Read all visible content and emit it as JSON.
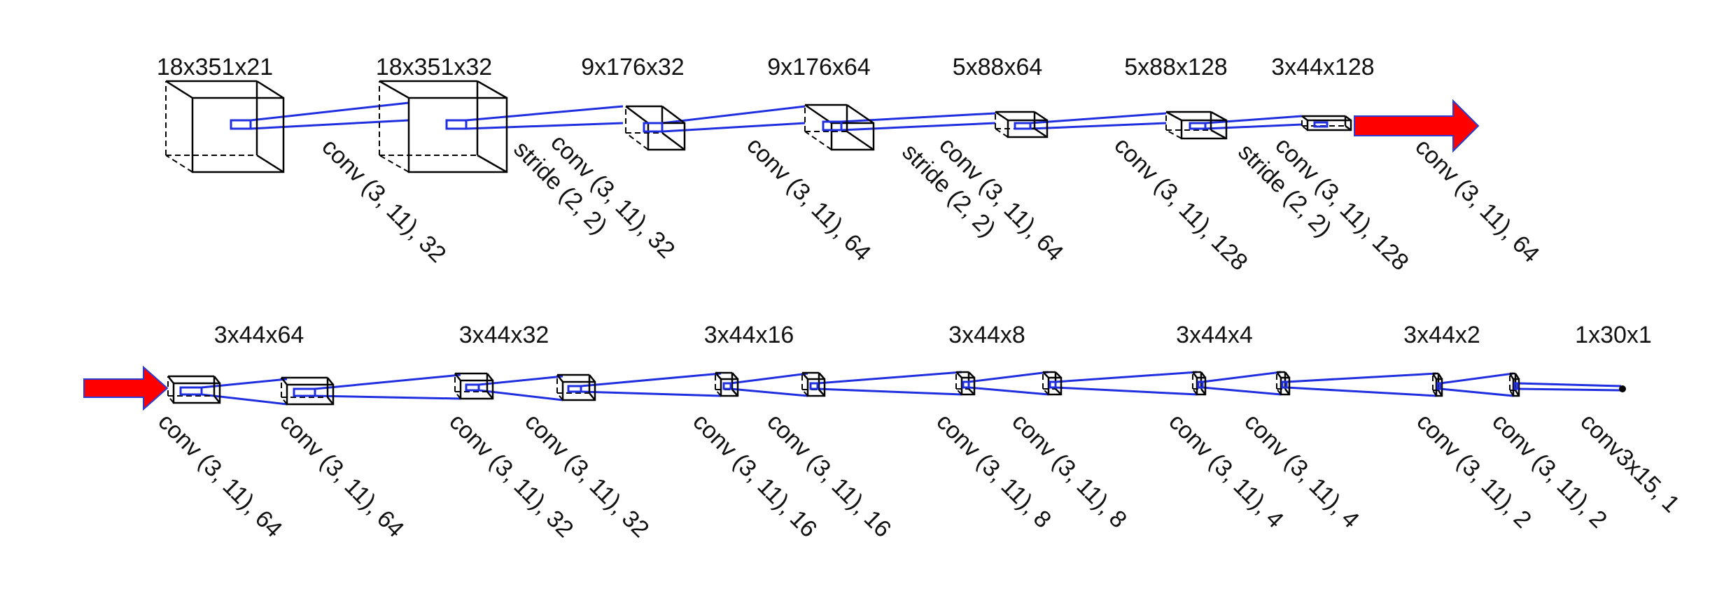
{
  "accent_colors": {
    "edge": "#1f2fe0",
    "arrow": "#ff0000",
    "box": "#000000"
  },
  "row1": {
    "tensors": [
      "18x351x21",
      "18x351x32",
      "9x176x32",
      "9x176x64",
      "5x88x64",
      "5x88x128",
      "3x44x128"
    ],
    "ops": [
      {
        "lines": [
          "conv (3, 11), 32"
        ]
      },
      {
        "lines": [
          "conv (3, 11), 32",
          "stride (2, 2)"
        ]
      },
      {
        "lines": [
          "conv (3, 11), 64"
        ]
      },
      {
        "lines": [
          "conv (3, 11), 64",
          "stride (2, 2)"
        ]
      },
      {
        "lines": [
          "conv (3, 11), 128"
        ]
      },
      {
        "lines": [
          "conv (3, 11), 128",
          "stride (2, 2)"
        ]
      },
      {
        "lines": [
          "conv (3, 11), 64"
        ]
      }
    ]
  },
  "row2": {
    "tensors": [
      "3x44x64",
      "3x44x32",
      "3x44x16",
      "3x44x8",
      "3x44x4",
      "3x44x2",
      "1x30x1"
    ],
    "ops": [
      "conv (3, 11), 64",
      "conv (3, 11), 64",
      "conv (3, 11), 32",
      "conv (3, 11), 32",
      "conv (3, 11), 16",
      "conv (3, 11), 16",
      "conv (3, 11), 8",
      "conv (3, 11), 8",
      "conv (3, 11), 4",
      "conv (3, 11), 4",
      "conv (3, 11), 2",
      "conv (3, 11), 2",
      "conv3x15, 1"
    ]
  }
}
